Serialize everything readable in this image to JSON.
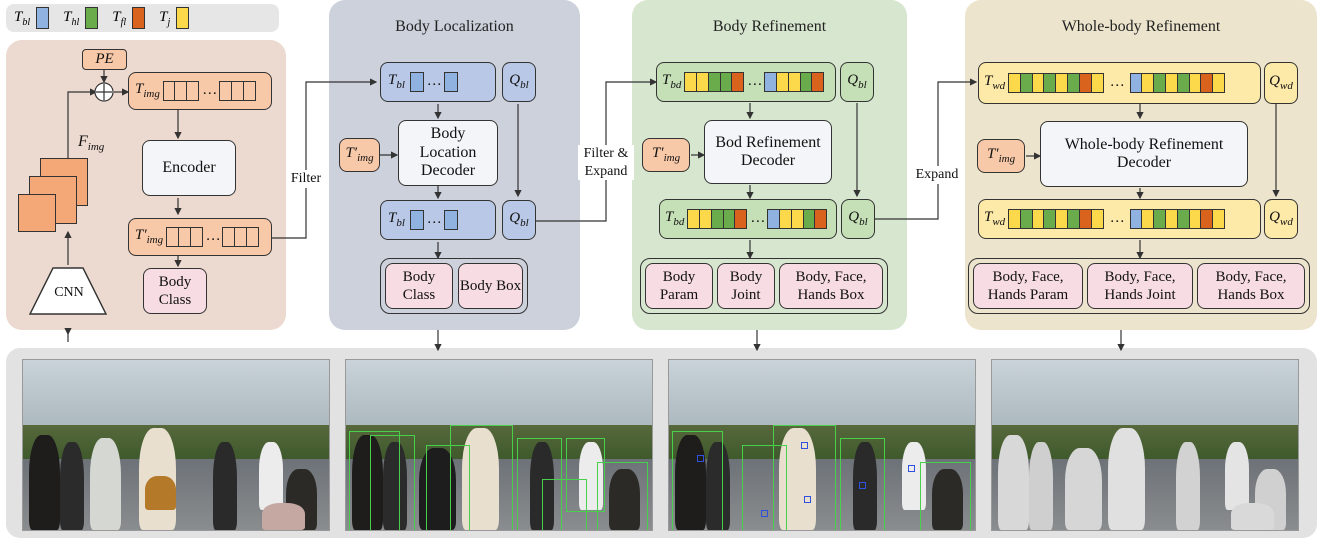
{
  "legend": {
    "items": [
      {
        "sym": "T",
        "sub": "bl",
        "color": "#8fb2e0"
      },
      {
        "sym": "T",
        "sub": "hl",
        "color": "#6aab4c"
      },
      {
        "sym": "T",
        "sub": "fl",
        "color": "#d9631c"
      },
      {
        "sym": "T",
        "sub": "j",
        "color": "#fbd94b"
      }
    ]
  },
  "backbone": {
    "pe": "PE",
    "t_img": "T",
    "t_img_sub": "img",
    "f_img": "F",
    "f_img_sub": "img",
    "encoder": "Encoder",
    "t_img_prime": "T′",
    "t_img_prime_sub": "img",
    "body_class": "Body Class",
    "cnn": "CNN",
    "filter": "Filter",
    "dots": "…"
  },
  "stage1": {
    "title": "Body Localization",
    "t_top": "T",
    "t_top_sub": "bl",
    "q": "Q",
    "q_sub": "bl",
    "t_img_prime": "T′",
    "t_img_prime_sub": "img",
    "decoder": "Body Location Decoder",
    "t_bot": "T",
    "t_bot_sub": "bl",
    "q_bot": "Q",
    "q_bot_sub": "bl",
    "outputs": [
      "Body Class",
      "Body Box"
    ],
    "connector": "Filter & Expand"
  },
  "stage2": {
    "title": "Body Refinement",
    "t_top": "T",
    "t_top_sub": "bd",
    "q": "Q",
    "q_sub": "bl",
    "t_img_prime": "T′",
    "t_img_prime_sub": "img",
    "decoder": "Bod Refinement Decoder",
    "t_bot": "T",
    "t_bot_sub": "bd",
    "q_bot": "Q",
    "q_bot_sub": "bl",
    "outputs": [
      "Body Param",
      "Body Joint",
      "Body, Face, Hands Box"
    ],
    "connector": "Expand"
  },
  "stage3": {
    "title": "Whole-body Refinement",
    "t_top": "T",
    "t_top_sub": "wd",
    "q": "Q",
    "q_sub": "wd",
    "t_img_prime": "T′",
    "t_img_prime_sub": "img",
    "decoder": "Whole-body Refinement Decoder",
    "t_bot": "T",
    "t_bot_sub": "wd",
    "q_bot": "Q",
    "q_bot_sub": "wd",
    "outputs": [
      "Body, Face, Hands Param",
      "Body, Face, Hands Joint",
      "Body, Face, Hands Box"
    ]
  },
  "colors": {
    "token_blue": "#8fb2e0",
    "token_green": "#6aab4c",
    "token_orange": "#d9631c",
    "token_yellow": "#fbd94b"
  }
}
